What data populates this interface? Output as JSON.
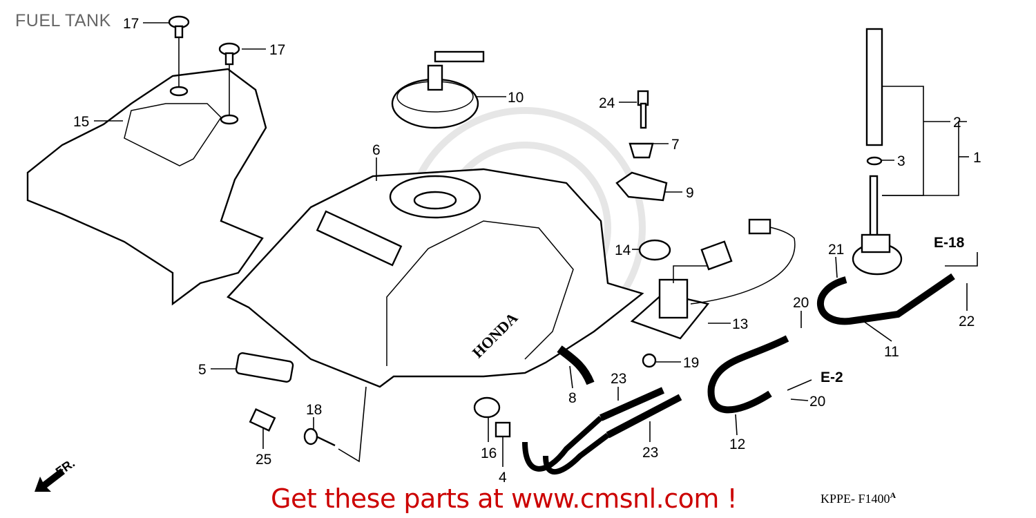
{
  "title": "FUEL TANK",
  "promo": "Get these parts at www.cmsnl.com !",
  "diagram_code": "KPPE- F1400",
  "diagram_rev": "A",
  "direction_marker": "FR.",
  "references": {
    "e18": "E-18",
    "e2": "E-2"
  },
  "callouts": {
    "c17a": "17",
    "c17b": "17",
    "c15": "15",
    "c10": "10",
    "c6": "6",
    "c24": "24",
    "c7": "7",
    "c9": "9",
    "c2": "2",
    "c3": "3",
    "c1": "1",
    "c14": "14",
    "c21": "21",
    "c20a": "20",
    "c13": "13",
    "c22": "22",
    "c11": "11",
    "c19": "19",
    "c5": "5",
    "c23a": "23",
    "c23b": "23",
    "c8": "8",
    "c20b": "20",
    "c12": "12",
    "c18": "18",
    "c25": "25",
    "c16": "16",
    "c4": "4"
  },
  "tank_brand": "HONDA"
}
